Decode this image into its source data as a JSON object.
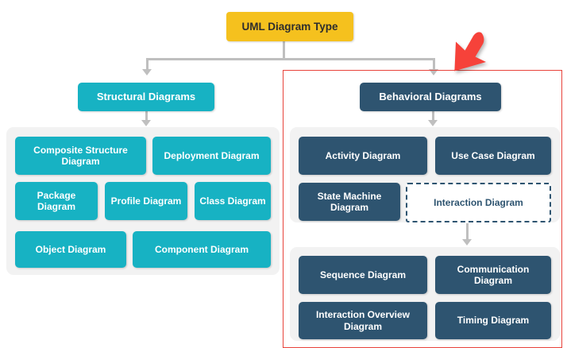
{
  "diagram": {
    "title": "UML Diagram Type",
    "root": {
      "label": "UML Diagram Type"
    },
    "branches": [
      {
        "id": "structural",
        "header": "Structural Diagrams",
        "items": [
          "Composite Structure Diagram",
          "Deployment Diagram",
          "Package Diagram",
          "Profile Diagram",
          "Class Diagram",
          "Object Diagram",
          "Component Diagram"
        ]
      },
      {
        "id": "behavioral",
        "header": "Behavioral Diagrams",
        "items": [
          "Activity Diagram",
          "Use Case Diagram",
          "State Machine Diagram",
          "Interaction Diagram"
        ],
        "sub_items": [
          "Sequence Diagram",
          "Communication Diagram",
          "Interaction Overview Diagram",
          "Timing Diagram"
        ]
      }
    ]
  },
  "annotation": {
    "cursor_icon": "red-arrow-cursor",
    "highlight_target": "Behavioral Diagrams"
  },
  "colors": {
    "root": "#F5C11E",
    "structural": "#17B2C3",
    "behavioral": "#2E5470",
    "panel": "#F2F2F2",
    "connector": "#BFBFBF",
    "highlight": "#E8433B"
  }
}
